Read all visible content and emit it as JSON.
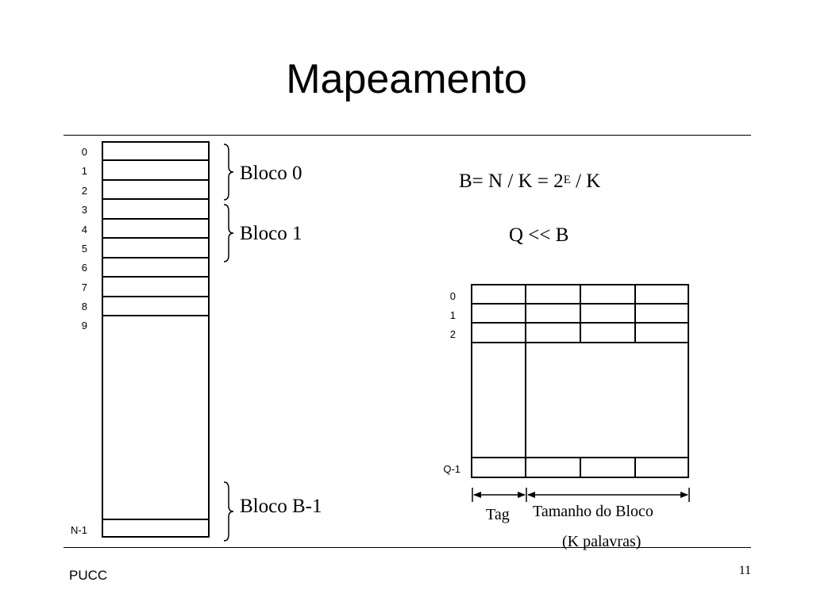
{
  "slide": {
    "title": "Mapeamento",
    "footer_left": "PUCC",
    "page_number": "11"
  },
  "memory": {
    "addresses": [
      "0",
      "1",
      "2",
      "3",
      "4",
      "5",
      "6",
      "7",
      "8",
      "9",
      "N-1"
    ],
    "blocks": [
      {
        "label": "Bloco 0"
      },
      {
        "label": "Bloco 1"
      },
      {
        "label": "Bloco B-1"
      }
    ]
  },
  "formulas": {
    "line1_prefix": "B= N / K = 2",
    "line1_superscript": "E",
    "line1_suffix": " / K",
    "line2": "Q << B"
  },
  "cache": {
    "line_labels": [
      "0",
      "1",
      "2",
      "Q-1"
    ],
    "tag_label": "Tag",
    "block_size_label": "Tamanho do Bloco",
    "block_size_sublabel": "(K palavras)"
  }
}
